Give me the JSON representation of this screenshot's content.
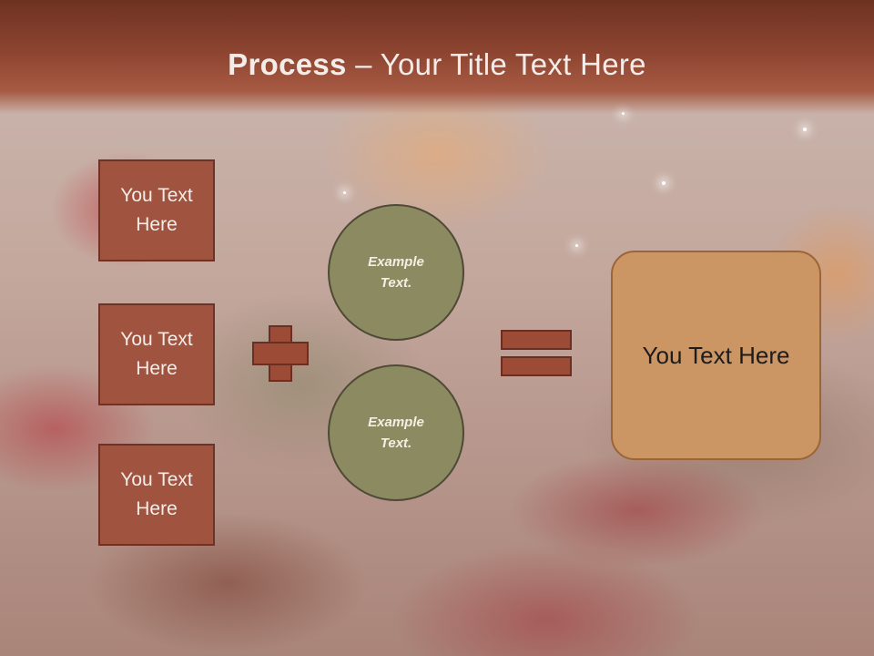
{
  "slide": {
    "title_bold": "Process",
    "title_rest": " – Your Title Text Here"
  },
  "inputs": [
    {
      "line1": "You Text",
      "line2": "Here"
    },
    {
      "line1": "You Text",
      "line2": "Here"
    },
    {
      "line1": "You Text",
      "line2": "Here"
    }
  ],
  "circles": [
    {
      "line1": "Example",
      "line2": "Text."
    },
    {
      "line1": "Example",
      "line2": "Text."
    }
  ],
  "result": {
    "label": "You Text Here"
  },
  "colors": {
    "title_bar": "#8c4430",
    "box_fill": "#a0533f",
    "circle_fill": "#8b8a60",
    "operator_fill": "#9b4b36",
    "result_fill": "#cc9564"
  },
  "icons": {
    "plus": "plus-icon",
    "equals": "equals-icon"
  }
}
